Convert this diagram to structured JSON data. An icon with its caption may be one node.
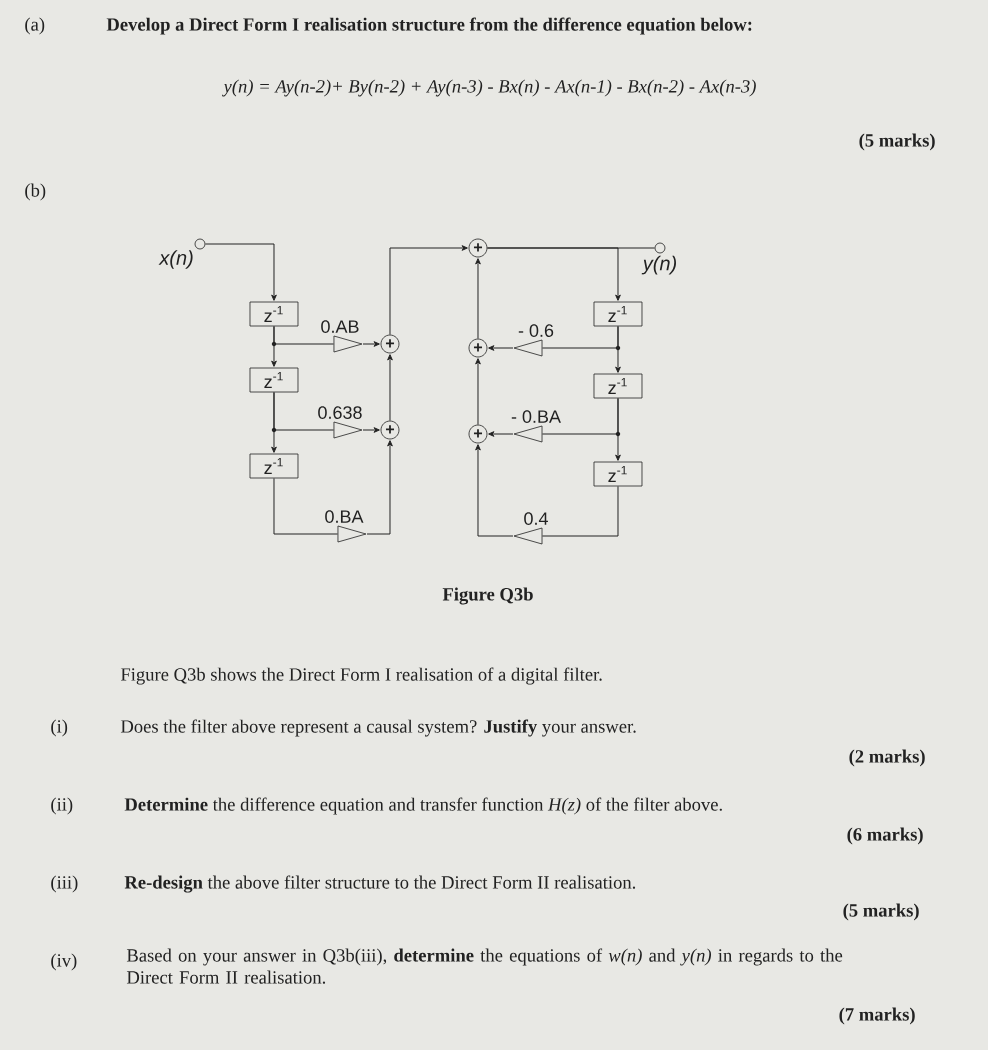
{
  "diagram": {
    "caption": "Figure Q3b",
    "nodes": [
      {
        "text": [
          "x(n)"
        ]
      },
      {
        "text": [
          "z$^{-1}$"
        ]
      },
      {
        "text": [
          "z$^{-1}$"
        ]
      },
      {
        "text": [
          "z$^{-1}$"
        ]
      },
      {
        "text": [
          "0.AB"
        ]
      },
      {
        "text": [
          "0.638"
        ]
      },
      {
        "text": [
          "0.BA"
        ]
      },
      {
        "text": [
          "+"
        ]
      },
      {
        "text": [
          "+"
        ]
      },
      {
        "text": [
          "+"
        ]
      },
      {
        "text": [
          "y(n)"
        ]
      },
      {
        "text": [
          "z$^{-1}$"
        ]
      },
      {
        "text": [
          "z$^{-1}$"
        ]
      },
      {
        "text": [
          "z$^{-1}$"
        ]
      },
      {
        "text": [
          "- 0.6"
        ]
      },
      {
        "text": [
          "- 0.BA"
        ]
      },
      {
        "text": [
          "0.4"
        ]
      },
      {
        "text": [
          "+"
        ]
      },
      {
        "text": [
          "+"
        ]
      }
    ],
    "edges": [
      {
        "from": 0,
        "to": 1,
        "arrow": "to"
      },
      {
        "from": 1,
        "to": 2,
        "arrow": "to"
      },
      {
        "from": 2,
        "to": 3,
        "arrow": "to"
      },
      {
        "from": 1,
        "to": 4,
        "arrow": "none"
      },
      {
        "from": 2,
        "to": 5,
        "arrow": "none"
      },
      {
        "from": 3,
        "to": 6,
        "arrow": "none"
      },
      {
        "from": 4,
        "to": 7,
        "arrow": "to"
      },
      {
        "from": 5,
        "to": 8,
        "arrow": "to"
      },
      {
        "from": 6,
        "to": 8,
        "arrow": "to"
      },
      {
        "from": 8,
        "to": 7,
        "arrow": "to"
      },
      {
        "from": 7,
        "to": 9,
        "arrow": "to"
      },
      {
        "from": 9,
        "to": 10,
        "arrow": "none"
      },
      {
        "from": 9,
        "to": 11,
        "arrow": "to"
      },
      {
        "from": 11,
        "to": 12,
        "arrow": "to"
      },
      {
        "from": 12,
        "to": 13,
        "arrow": "to"
      },
      {
        "from": 11,
        "to": 14,
        "arrow": "none"
      },
      {
        "from": 12,
        "to": 15,
        "arrow": "none"
      },
      {
        "from": 13,
        "to": 16,
        "arrow": "none"
      },
      {
        "from": 14,
        "to": 17,
        "arrow": "to"
      },
      {
        "from": 15,
        "to": 18,
        "arrow": "to"
      },
      {
        "from": 16,
        "to": 18,
        "arrow": "to"
      },
      {
        "from": 18,
        "to": 17,
        "arrow": "to"
      },
      {
        "from": 17,
        "to": 9,
        "arrow": "to"
      }
    ],
    "labels": [
      "(a)",
      "Develop a Direct Form I realisation structure from the difference equation below:",
      "y(n) = Ay(n-2)+ By(n-2) + Ay(n-3) - Bx(n) - Ax(n-1) - Bx(n-2) - Ax(n-3)",
      "(5 marks)",
      "(b)",
      "Figure Q3b shows the Direct Form I realisation of a digital filter.",
      "(i)",
      "Does the filter above represent a causal system? **Justify** your answer.",
      "(2 marks)",
      "(ii)",
      "**Determine** the difference equation and transfer function *H(z)* of the filter above.",
      "(6 marks)",
      "(iii)",
      "**Re-design** the above filter structure to the Direct Form II realisation.",
      "(5 marks)",
      "(iv)",
      "Based on your answer in Q3b(iii), **determine** the equations of *w(n)* and *y(n)* in regards to the Direct Form II realisation.",
      "(7 marks)"
    ]
  }
}
